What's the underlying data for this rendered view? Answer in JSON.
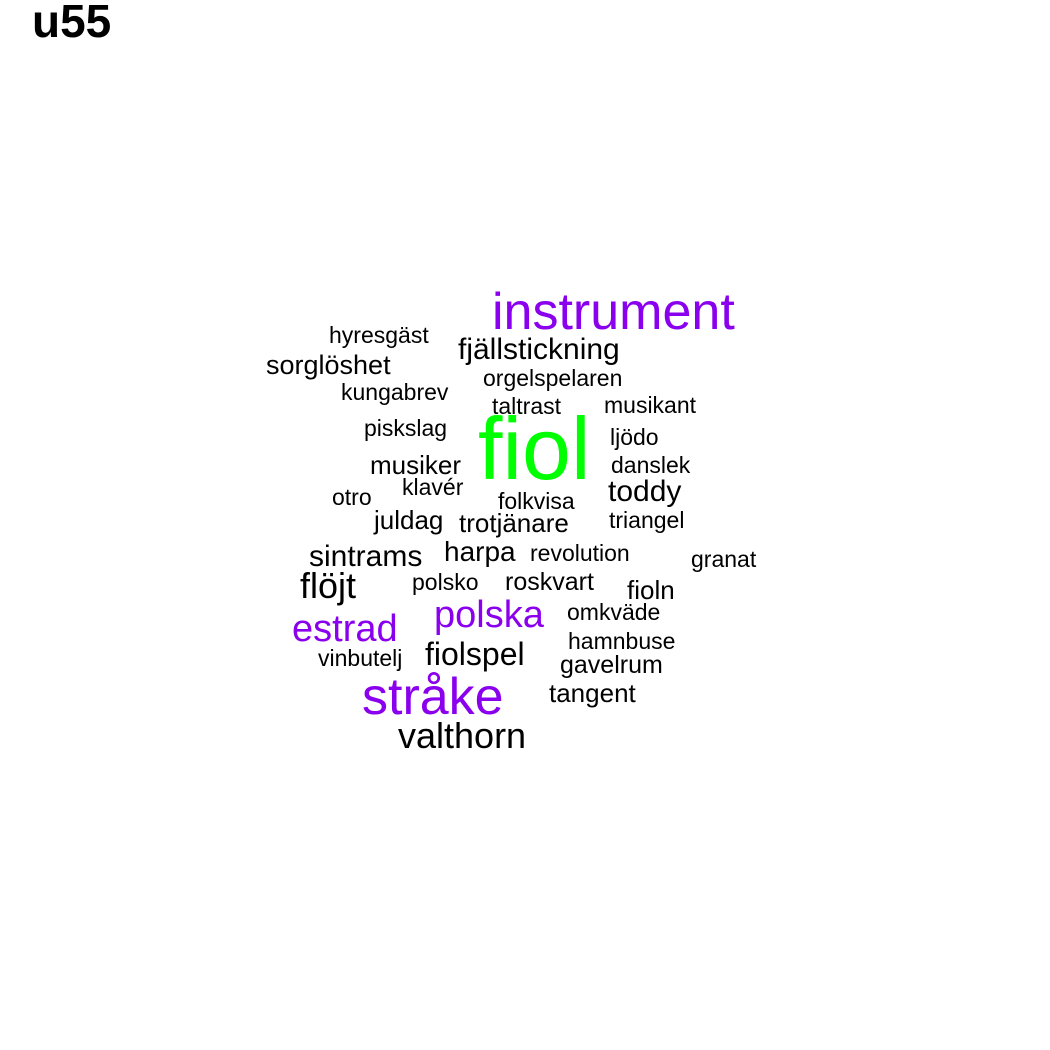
{
  "title": "u55",
  "colors": {
    "primary": "#00ff00",
    "secondary": "#8a00ee",
    "other": "#000000"
  },
  "words": [
    {
      "text": "fiol",
      "weight": 1.0,
      "color": "primary"
    },
    {
      "text": "instrument",
      "weight": 0.55,
      "color": "secondary"
    },
    {
      "text": "stråke",
      "weight": 0.55,
      "color": "secondary"
    },
    {
      "text": "polska",
      "weight": 0.42,
      "color": "secondary"
    },
    {
      "text": "estrad",
      "weight": 0.42,
      "color": "secondary"
    },
    {
      "text": "valthorn",
      "weight": 0.38,
      "color": "other"
    },
    {
      "text": "flöjt",
      "weight": 0.38,
      "color": "other"
    },
    {
      "text": "fiolspel",
      "weight": 0.34,
      "color": "other"
    },
    {
      "text": "fjällstickning",
      "weight": 0.32,
      "color": "other"
    },
    {
      "text": "sorglöshet",
      "weight": 0.28,
      "color": "other"
    },
    {
      "text": "toddy",
      "weight": 0.3,
      "color": "other"
    },
    {
      "text": "sintrams",
      "weight": 0.3,
      "color": "other"
    },
    {
      "text": "harpa",
      "weight": 0.28,
      "color": "other"
    },
    {
      "text": "musiker",
      "weight": 0.26,
      "color": "other"
    },
    {
      "text": "juldag",
      "weight": 0.26,
      "color": "other"
    },
    {
      "text": "trotjänare",
      "weight": 0.26,
      "color": "other"
    },
    {
      "text": "fioln",
      "weight": 0.26,
      "color": "other"
    },
    {
      "text": "tangent",
      "weight": 0.26,
      "color": "other"
    },
    {
      "text": "gavelrum",
      "weight": 0.25,
      "color": "other"
    },
    {
      "text": "roskvart",
      "weight": 0.25,
      "color": "other"
    },
    {
      "text": "hyresgäst",
      "weight": 0.22,
      "color": "other"
    },
    {
      "text": "orgelspelaren",
      "weight": 0.22,
      "color": "other"
    },
    {
      "text": "kungabrev",
      "weight": 0.22,
      "color": "other"
    },
    {
      "text": "taltrast",
      "weight": 0.22,
      "color": "other"
    },
    {
      "text": "musikant",
      "weight": 0.22,
      "color": "other"
    },
    {
      "text": "piskslag",
      "weight": 0.22,
      "color": "other"
    },
    {
      "text": "ljödo",
      "weight": 0.22,
      "color": "other"
    },
    {
      "text": "danslek",
      "weight": 0.22,
      "color": "other"
    },
    {
      "text": "otro",
      "weight": 0.22,
      "color": "other"
    },
    {
      "text": "klavér",
      "weight": 0.22,
      "color": "other"
    },
    {
      "text": "folkvisa",
      "weight": 0.22,
      "color": "other"
    },
    {
      "text": "triangel",
      "weight": 0.22,
      "color": "other"
    },
    {
      "text": "revolution",
      "weight": 0.22,
      "color": "other"
    },
    {
      "text": "granat",
      "weight": 0.22,
      "color": "other"
    },
    {
      "text": "polsko",
      "weight": 0.22,
      "color": "other"
    },
    {
      "text": "omkväde",
      "weight": 0.22,
      "color": "other"
    },
    {
      "text": "hamnbuse",
      "weight": 0.22,
      "color": "other"
    },
    {
      "text": "vinbutelj",
      "weight": 0.22,
      "color": "other"
    }
  ]
}
